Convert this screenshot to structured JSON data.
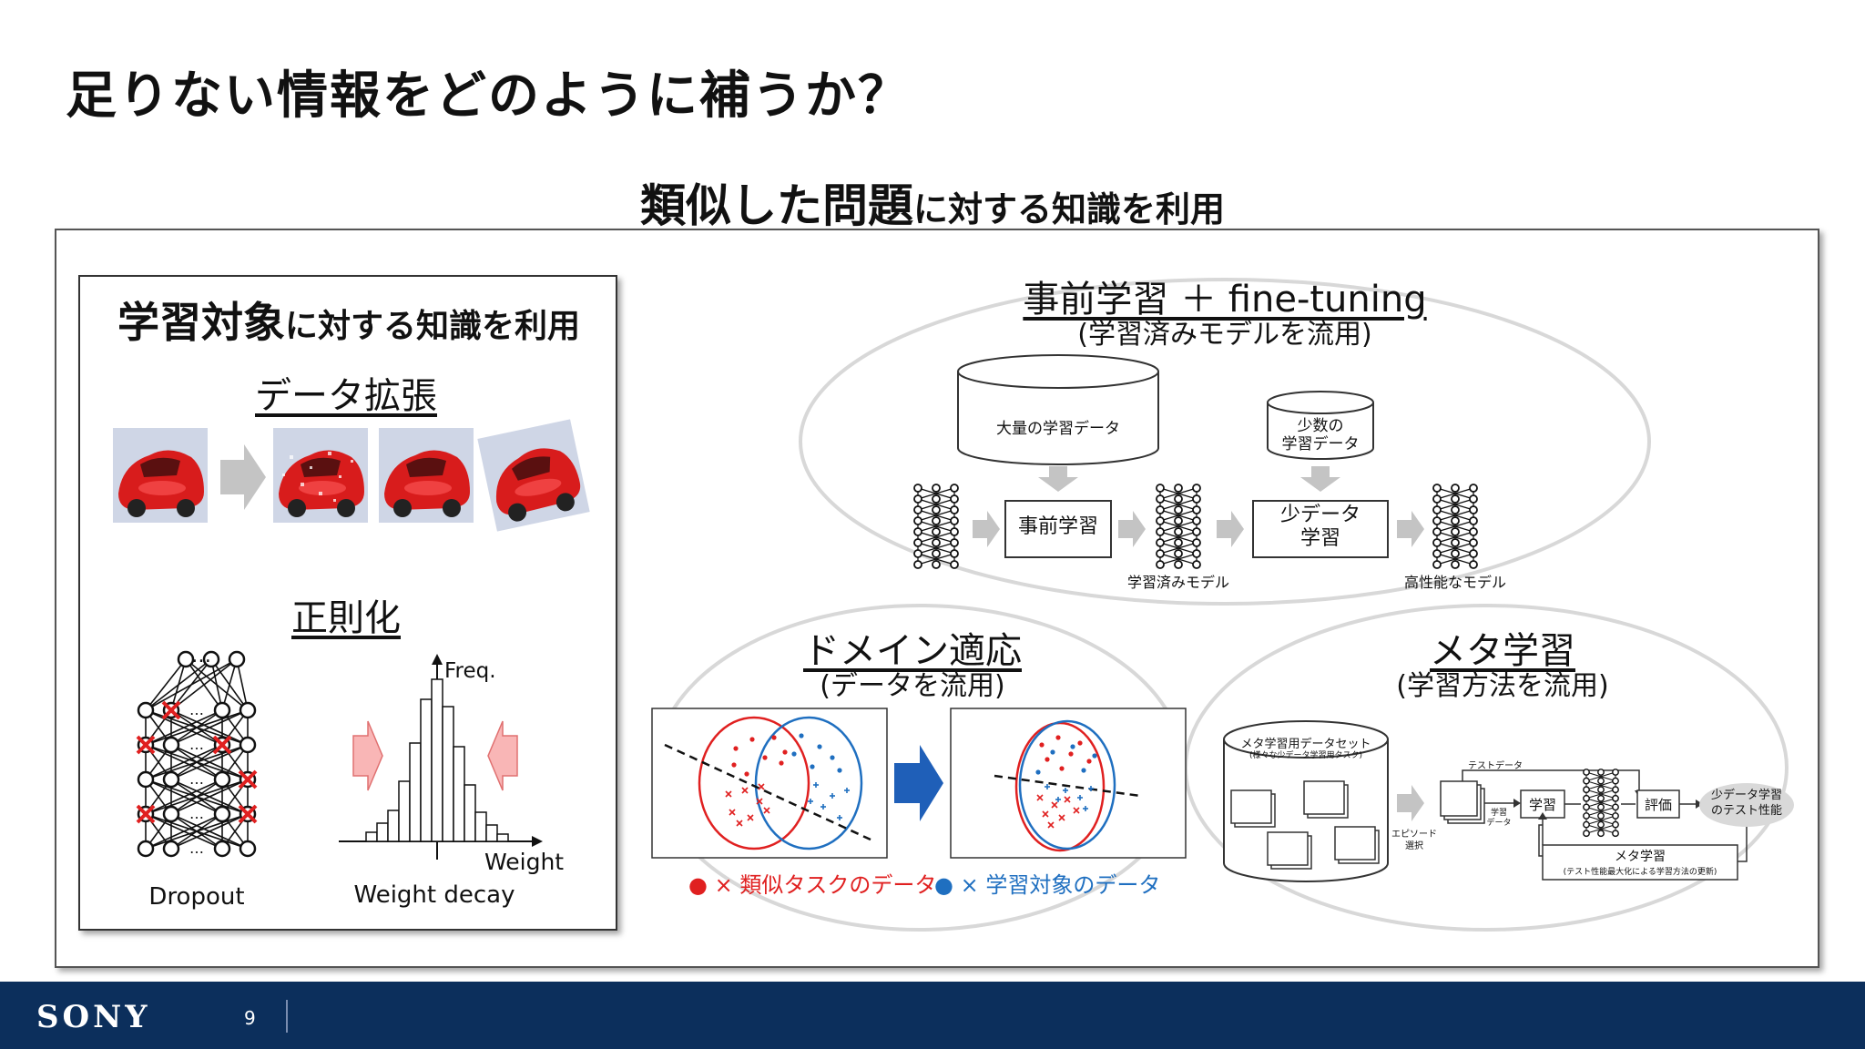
{
  "slide": {
    "title": "足りない情報をどのように補うか？",
    "subtitle_bold": "類似した問題",
    "subtitle_rest": "に対する知識を利用"
  },
  "left_panel": {
    "heading_bold": "学習対象",
    "heading_rest": "に対する知識を利用",
    "augmentation": {
      "heading": "データ拡張"
    },
    "regularization": {
      "heading": "正則化",
      "dropout_label": "Dropout",
      "weight_decay_label": "Weight decay",
      "freq_axis": "Freq.",
      "weight_axis": "Weight",
      "dots": "…"
    }
  },
  "pretraining": {
    "heading": "事前学習 ＋ fine-tuning",
    "sub": "(学習済みモデルを流用)",
    "large_data": "大量の学習データ",
    "small_data_line1": "少数の",
    "small_data_line2": "学習データ",
    "pretrain_box": "事前学習",
    "fewdata_line1": "少データ",
    "fewdata_line2": "学習",
    "trained_model": "学習済みモデル",
    "high_model": "高性能なモデル"
  },
  "domain": {
    "heading": "ドメイン適応",
    "sub": "(データを流用)",
    "legend_similar": "類似タスクのデータ",
    "legend_target": "学習対象のデータ",
    "legend_similar_color": "#e02020",
    "legend_target_color": "#1f6fc0",
    "legend_markers": "● ×"
  },
  "meta": {
    "heading": "メタ学習",
    "sub": "(学習方法を流用)",
    "dataset_title": "メタ学習用データセット",
    "dataset_sub": "(様々な少データ学習用タスク)",
    "episode_line1": "エピソード",
    "episode_line2": "選択",
    "test_data": "テストデータ",
    "train_data_line1": "学習",
    "train_data_line2": "データ",
    "learn_box": "学習",
    "eval_box": "評価",
    "perf_line1": "少データ学習",
    "perf_line2": "のテスト性能",
    "meta_box_title": "メタ学習",
    "meta_box_sub": "(テスト性能最大化による学習方法の更新)"
  },
  "footer": {
    "brand": "SONY",
    "page": "9"
  }
}
